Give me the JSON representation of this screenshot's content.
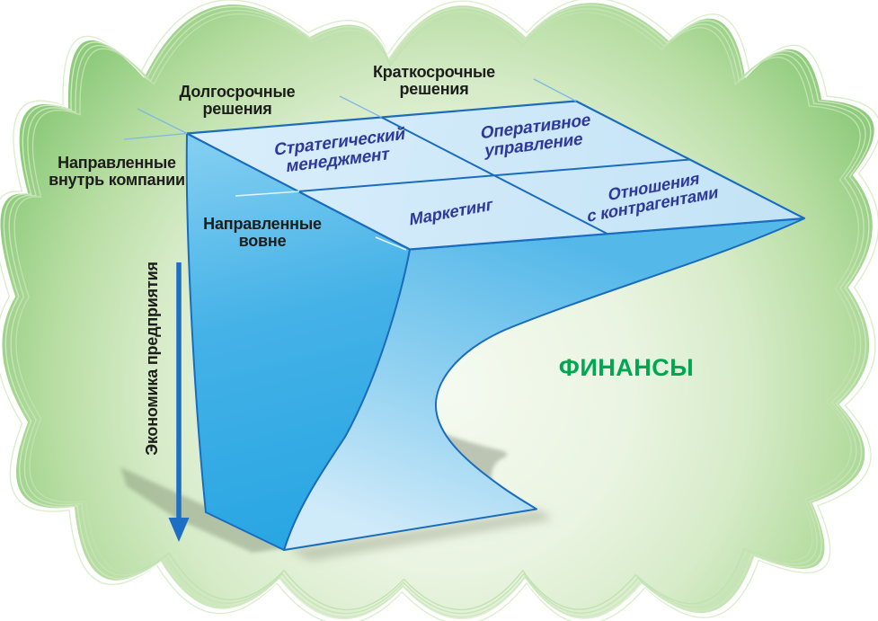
{
  "labels": {
    "long_term": {
      "lines": [
        "Долгосрочные",
        "решения"
      ]
    },
    "short_term": {
      "lines": [
        "Краткосрочные",
        "решения"
      ]
    },
    "inward": {
      "lines": [
        "Направленные",
        "внутрь компании"
      ]
    },
    "outward": {
      "lines": [
        "Направленные",
        "вовне"
      ]
    },
    "economy_axis": "Экономика предприятия",
    "finance": "ФИНАНСЫ"
  },
  "matrix": {
    "cells": [
      {
        "id": "strategic",
        "lines": [
          "Стратегический",
          "менеджмент"
        ]
      },
      {
        "id": "operational",
        "lines": [
          "Оперативное",
          "управление"
        ]
      },
      {
        "id": "marketing",
        "lines": [
          "Маркетинг"
        ]
      },
      {
        "id": "relations",
        "lines": [
          "Отношения",
          "с контрагентами"
        ]
      }
    ]
  },
  "palette": {
    "cloud_edge_green": "#8fcb7c",
    "cloud_center": "#f4faf0",
    "plane_fill": "#cfe9f9",
    "plane_border": "#1a6cbe",
    "wall_blue": "#2aa7e4",
    "sheet_blue": "#9bd5f1",
    "matrix_text_navy": "#2f389b",
    "label_black": "#1d1d1b",
    "finance_green": "#00a651",
    "arrow_blue": "#1c6fc4"
  }
}
